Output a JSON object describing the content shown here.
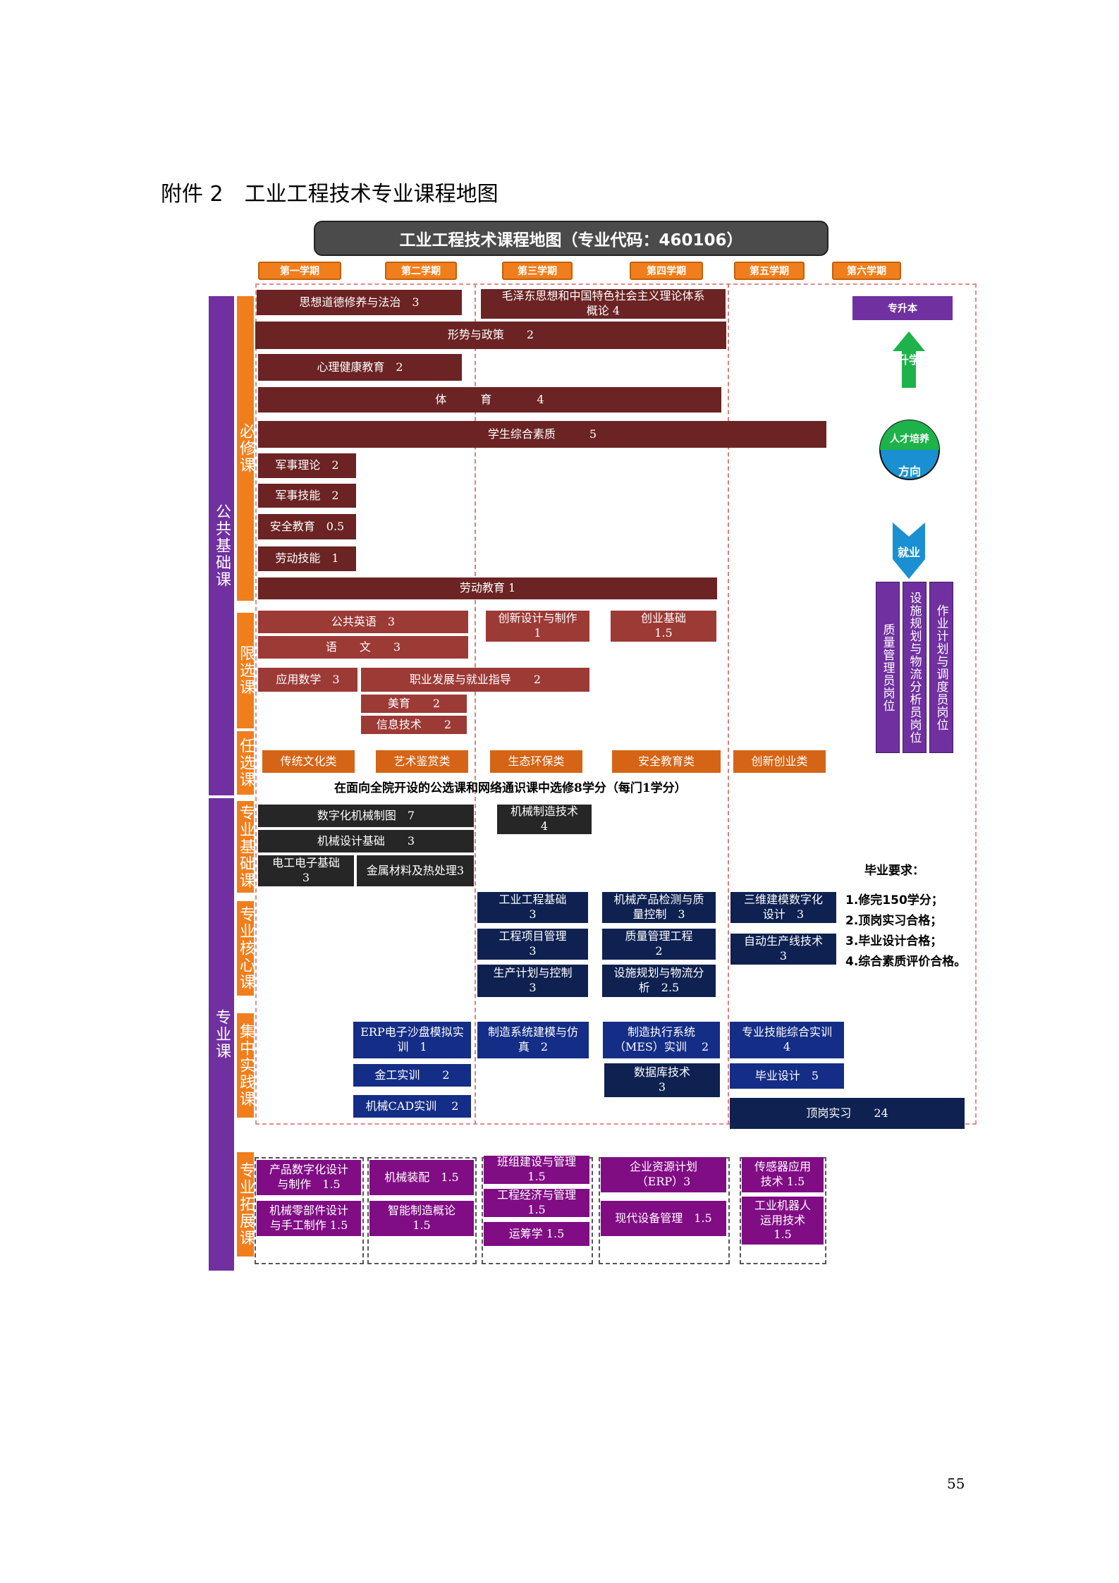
{
  "doc_title": "附件 2　工业工程技术专业课程地图",
  "map_title": "工业工程技术课程地图（专业代码：460106）",
  "semesters": [
    "第一学期",
    "第二学期",
    "第三学期",
    "第四学期",
    "第五学期",
    "第六学期"
  ],
  "categories": {
    "public": "公共基础课",
    "major": "专业课",
    "required": "必修课",
    "limited": "限选课",
    "elective": "任选课",
    "major_basic": "专业基础课",
    "major_core": "专业核心课",
    "practice": "集中实践课",
    "extension": "专业拓展课"
  },
  "required_courses": [
    "思想道德修养与法治　3",
    "毛泽东思想和中国特色社会主义理论体系\n概论 4",
    "形势与政策　　2",
    "心理健康教育　2",
    "体　　　育　　　　4",
    "学生综合素质　　　5",
    "军事理论　2",
    "军事技能　2",
    "安全教育　0.5",
    "劳动技能　1",
    "劳动教育 1"
  ],
  "limited_courses": [
    "公共英语　3",
    "创新设计与制作\n1",
    "创业基础\n1.5",
    "语　　文　　3",
    "应用数学　3",
    "职业发展与就业指导　　2",
    "美育　　2",
    "信息技术　　2"
  ],
  "elective_courses": [
    "传统文化类",
    "艺术鉴赏类",
    "生态环保类",
    "安全教育类",
    "创新创业类"
  ],
  "elective_note": "在面向全院开设的公选课和网络通识课中选修8学分（每门1学分）",
  "major_basic_courses": [
    "数字化机械制图　7",
    "机械制造技术\n4",
    "机械设计基础　　3",
    "电工电子基础\n3",
    "金属材料及热处理3"
  ],
  "major_core_courses": [
    "工业工程基础\n3",
    "机械产品检测与质\n量控制　3",
    "三维建模数字化\n设计　3",
    "工程项目管理\n3",
    "质量管理工程\n2",
    "自动生产线技术\n3",
    "生产计划与控制\n3",
    "设施规划与物流分\n析　2.5"
  ],
  "practice_courses": [
    "ERP电子沙盘模拟实\n训　1",
    "制造系统建模与仿\n真　2",
    "制造执行系统\n（MES）实训　 2",
    "专业技能综合实训\n4",
    "金工实训　　2",
    "数据库技术\n3",
    "毕业设计　5",
    "机械CAD实训　 2",
    "顶岗实习　　24"
  ],
  "extension_courses": [
    "产品数字化设计\n与制作　1.5",
    "机械零部件设计\n与手工制作 1.5",
    "机械装配　1.5",
    "智能制造概论\n1.5",
    "班组建设与管理\n1.5",
    "工程经济与管理\n1.5",
    "运筹学 1.5",
    "企业资源计划\n（ERP）3",
    "现代设备管理　1.5",
    "传感器应用\n技术 1.5",
    "工业机器人\n运用技术\n1.5"
  ],
  "direction": {
    "upgrade_label": "专升本",
    "upgrade_arrow": "升学",
    "circle_top": "人才培养",
    "circle_bottom": "方向",
    "employ_arrow": "就业",
    "jobs": [
      "质量管理员岗位",
      "设施规划与物流分析员岗位",
      "作业计划与调度员岗位"
    ]
  },
  "graduation": {
    "title": "毕业要求：",
    "items": [
      "1.修完150学分；",
      "2.顶岗实习合格；",
      "3.毕业设计合格；",
      "4.综合素质评价合格。"
    ]
  },
  "page_number": "55",
  "colors": {
    "orange": "#f07e1c",
    "purple": "#7030a0",
    "maroon": "#6b2323",
    "navy": "#0e2150",
    "green_arrow": "#1db34a",
    "circle_blue": "#1a8fd1"
  }
}
